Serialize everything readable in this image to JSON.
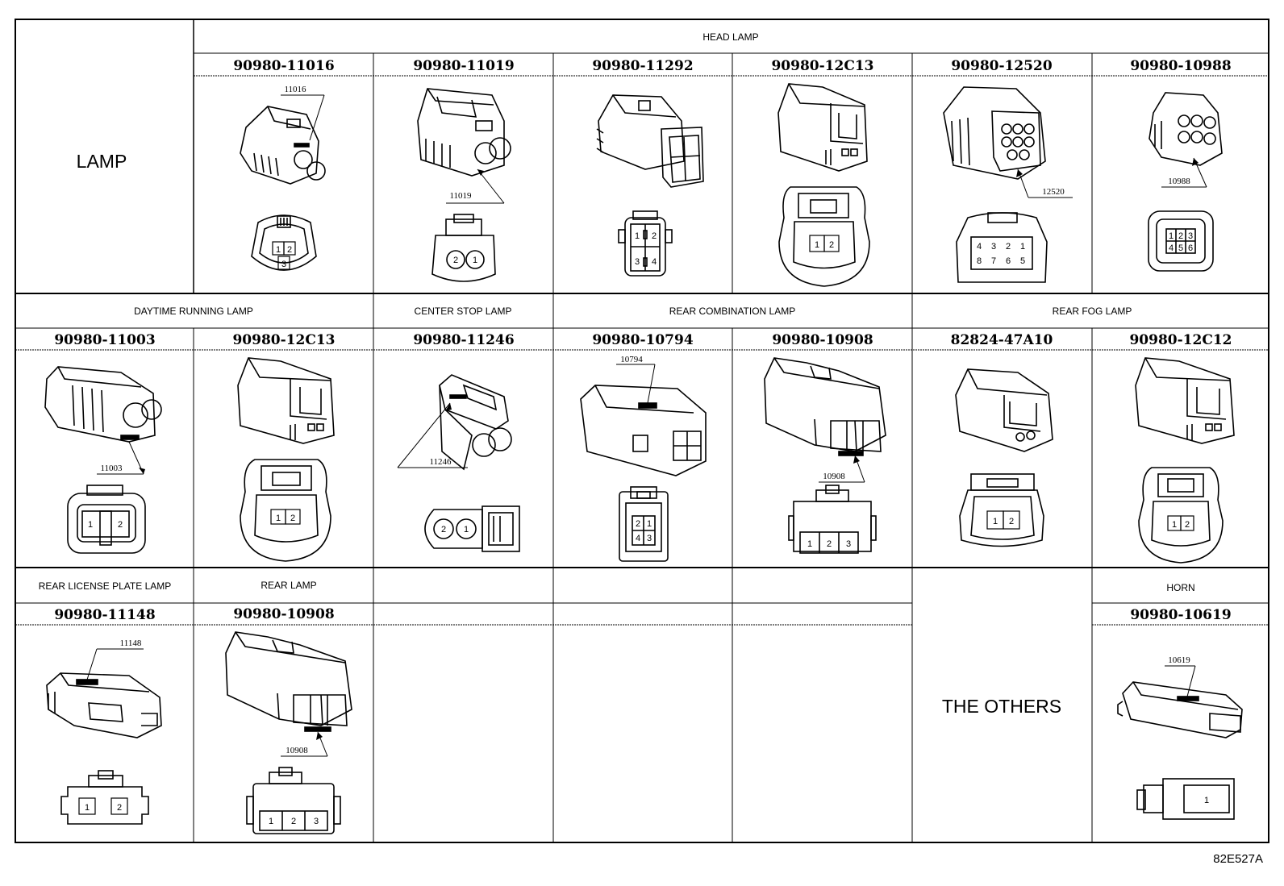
{
  "lamp_label": "LAMP",
  "others_label": "THE OTHERS",
  "figure_code": "82E527A",
  "sections": {
    "head_lamp": "HEAD LAMP",
    "daytime_running_lamp": "DAYTIME RUNNING LAMP",
    "center_stop_lamp": "CENTER STOP LAMP",
    "rear_combination_lamp": "REAR COMBINATION LAMP",
    "rear_fog_lamp": "REAR FOG LAMP",
    "rear_license_plate_lamp": "REAR LICENSE PLATE LAMP",
    "rear_lamp": "REAR LAMP",
    "horn": "HORN"
  },
  "connectors": {
    "h1": {
      "part": "90980-11016",
      "label": "11016",
      "pins": [
        "1",
        "2",
        "3"
      ]
    },
    "h2": {
      "part": "90980-11019",
      "label": "11019",
      "pins": [
        "2",
        "1"
      ]
    },
    "h3": {
      "part": "90980-11292",
      "pins": [
        "1",
        "2",
        "3",
        "4"
      ]
    },
    "h4": {
      "part": "90980-12C13",
      "pins": [
        "1",
        "2"
      ]
    },
    "h5": {
      "part": "90980-12520",
      "label": "12520",
      "pins": [
        "4",
        "3",
        "2",
        "1",
        "8",
        "7",
        "6",
        "5"
      ]
    },
    "h6": {
      "part": "90980-10988",
      "label": "10988",
      "pins": [
        "1",
        "2",
        "3",
        "4",
        "5",
        "6"
      ]
    },
    "d1": {
      "part": "90980-11003",
      "label": "11003",
      "pins": [
        "1",
        "2"
      ]
    },
    "d2": {
      "part": "90980-12C13",
      "pins": [
        "1",
        "2"
      ]
    },
    "c1": {
      "part": "90980-11246",
      "label": "11246",
      "pins": [
        "2",
        "1"
      ]
    },
    "rc1": {
      "part": "90980-10794",
      "label": "10794",
      "pins": [
        "2",
        "1",
        "4",
        "3"
      ]
    },
    "rc2": {
      "part": "90980-10908",
      "label": "10908",
      "pins": [
        "1",
        "2",
        "3"
      ]
    },
    "f1": {
      "part": "82824-47A10",
      "pins": [
        "1",
        "2"
      ]
    },
    "f2": {
      "part": "90980-12C12",
      "pins": [
        "1",
        "2"
      ]
    },
    "lp": {
      "part": "90980-11148",
      "label": "11148",
      "pins": [
        "1",
        "2"
      ]
    },
    "rl": {
      "part": "90980-10908",
      "label": "10908",
      "pins": [
        "1",
        "2",
        "3"
      ]
    },
    "hn": {
      "part": "90980-10619",
      "label": "10619",
      "pins": [
        "1"
      ]
    }
  }
}
